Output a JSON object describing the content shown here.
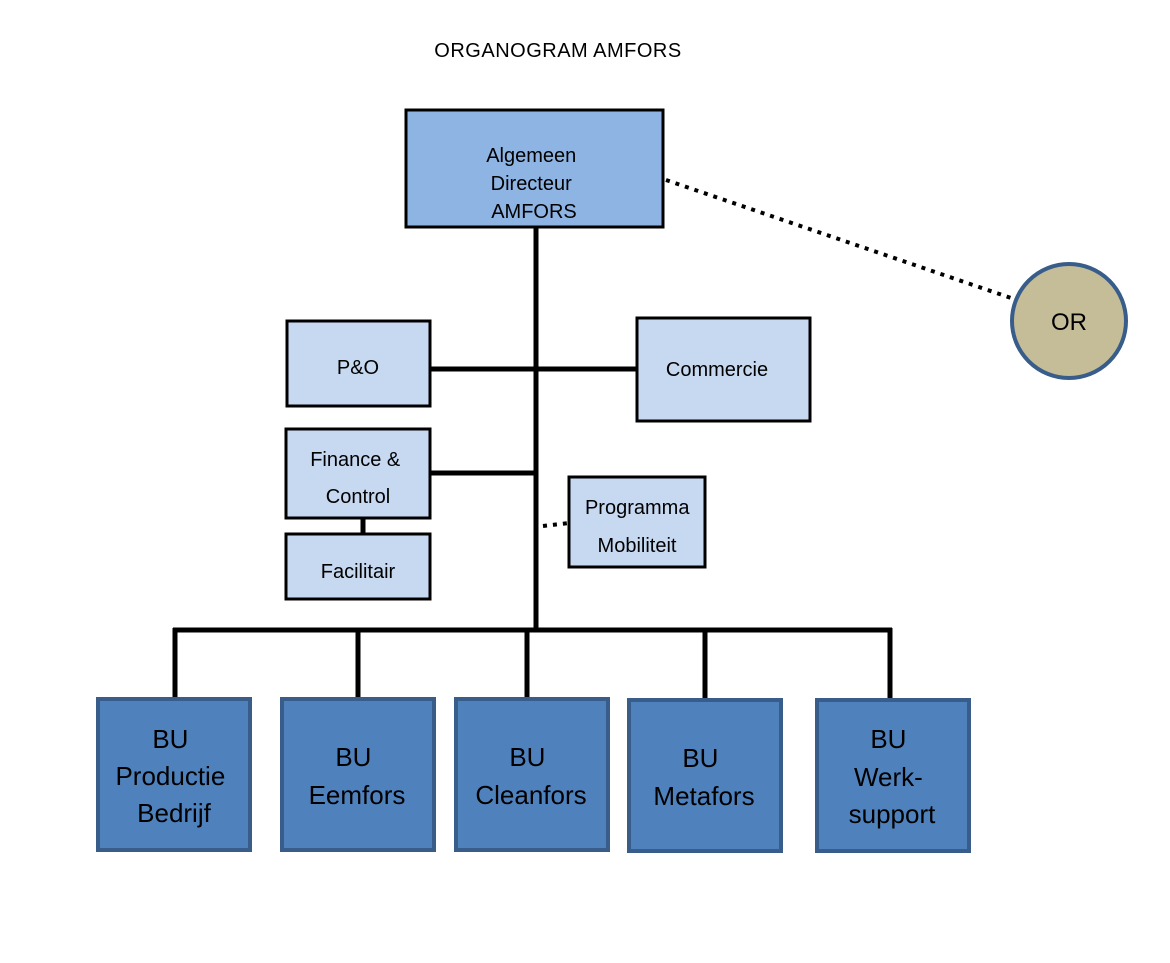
{
  "title": "ORGANOGRAM AMFORS",
  "colors": {
    "top_fill": "#8eb4e3",
    "staff_fill": "#c6d9f1",
    "bu_fill": "#4f81bd",
    "bu_border": "#385d8a",
    "or_fill": "#c4bd97",
    "or_border": "#385d8a",
    "line": "#000000"
  },
  "nodes": {
    "director": {
      "lines": [
        "Algemeen",
        "Directeur",
        "AMFORS"
      ]
    },
    "po": {
      "lines": [
        "P&O"
      ]
    },
    "commercie": {
      "lines": [
        "Commercie"
      ]
    },
    "finance": {
      "lines": [
        "Finance &",
        "Control"
      ]
    },
    "facilitair": {
      "lines": [
        "Facilitair"
      ]
    },
    "programma": {
      "lines": [
        "Programma",
        "Mobiliteit"
      ]
    },
    "or": {
      "lines": [
        "OR"
      ]
    },
    "bu_productie": {
      "lines": [
        "BU",
        "Productie",
        "Bedrijf"
      ]
    },
    "bu_eemfors": {
      "lines": [
        "BU",
        "Eemfors"
      ]
    },
    "bu_cleanfors": {
      "lines": [
        "BU",
        "Cleanfors"
      ]
    },
    "bu_metafors": {
      "lines": [
        "BU",
        "Metafors"
      ]
    },
    "bu_werksupport": {
      "lines": [
        "BU",
        "Werk-",
        "support"
      ]
    }
  }
}
